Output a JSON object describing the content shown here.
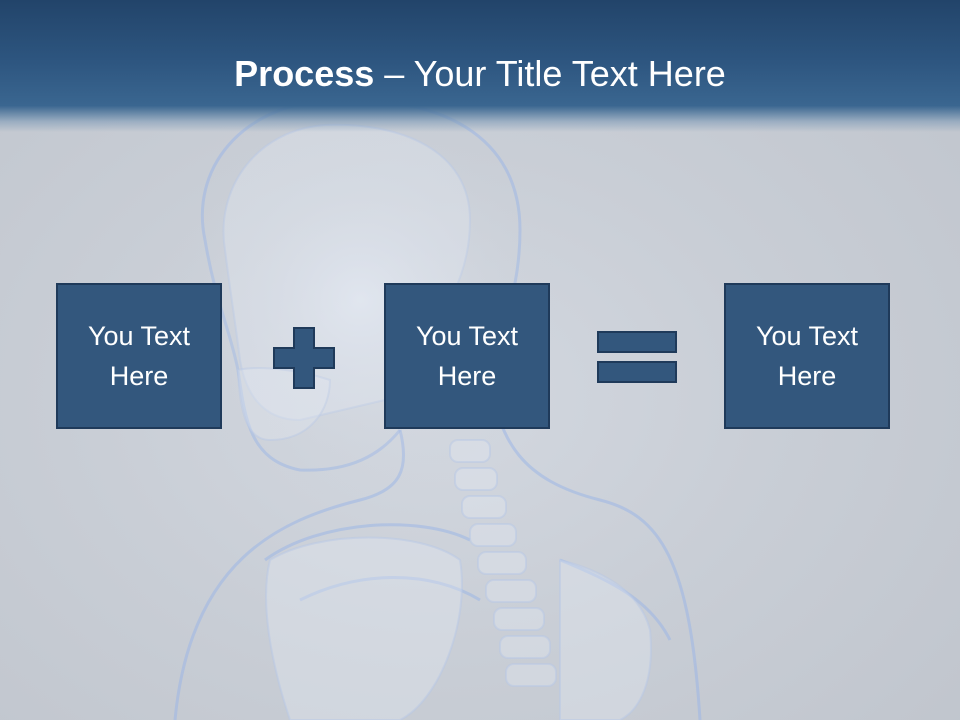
{
  "title": {
    "bold": "Process",
    "rest": " – Your Title Text Here"
  },
  "boxes": [
    {
      "text": "You Text Here"
    },
    {
      "text": "You Text Here"
    },
    {
      "text": "You Text Here"
    }
  ],
  "icons": {
    "operator_1": "plus-icon",
    "operator_2": "equals-icon",
    "background": "skeleton-xray-illustration"
  },
  "colors": {
    "header_band": "#2d557f",
    "box_fill": "#33577d",
    "box_border": "#1f3a5a",
    "background": "#c9ced6",
    "text": "#ffffff"
  }
}
